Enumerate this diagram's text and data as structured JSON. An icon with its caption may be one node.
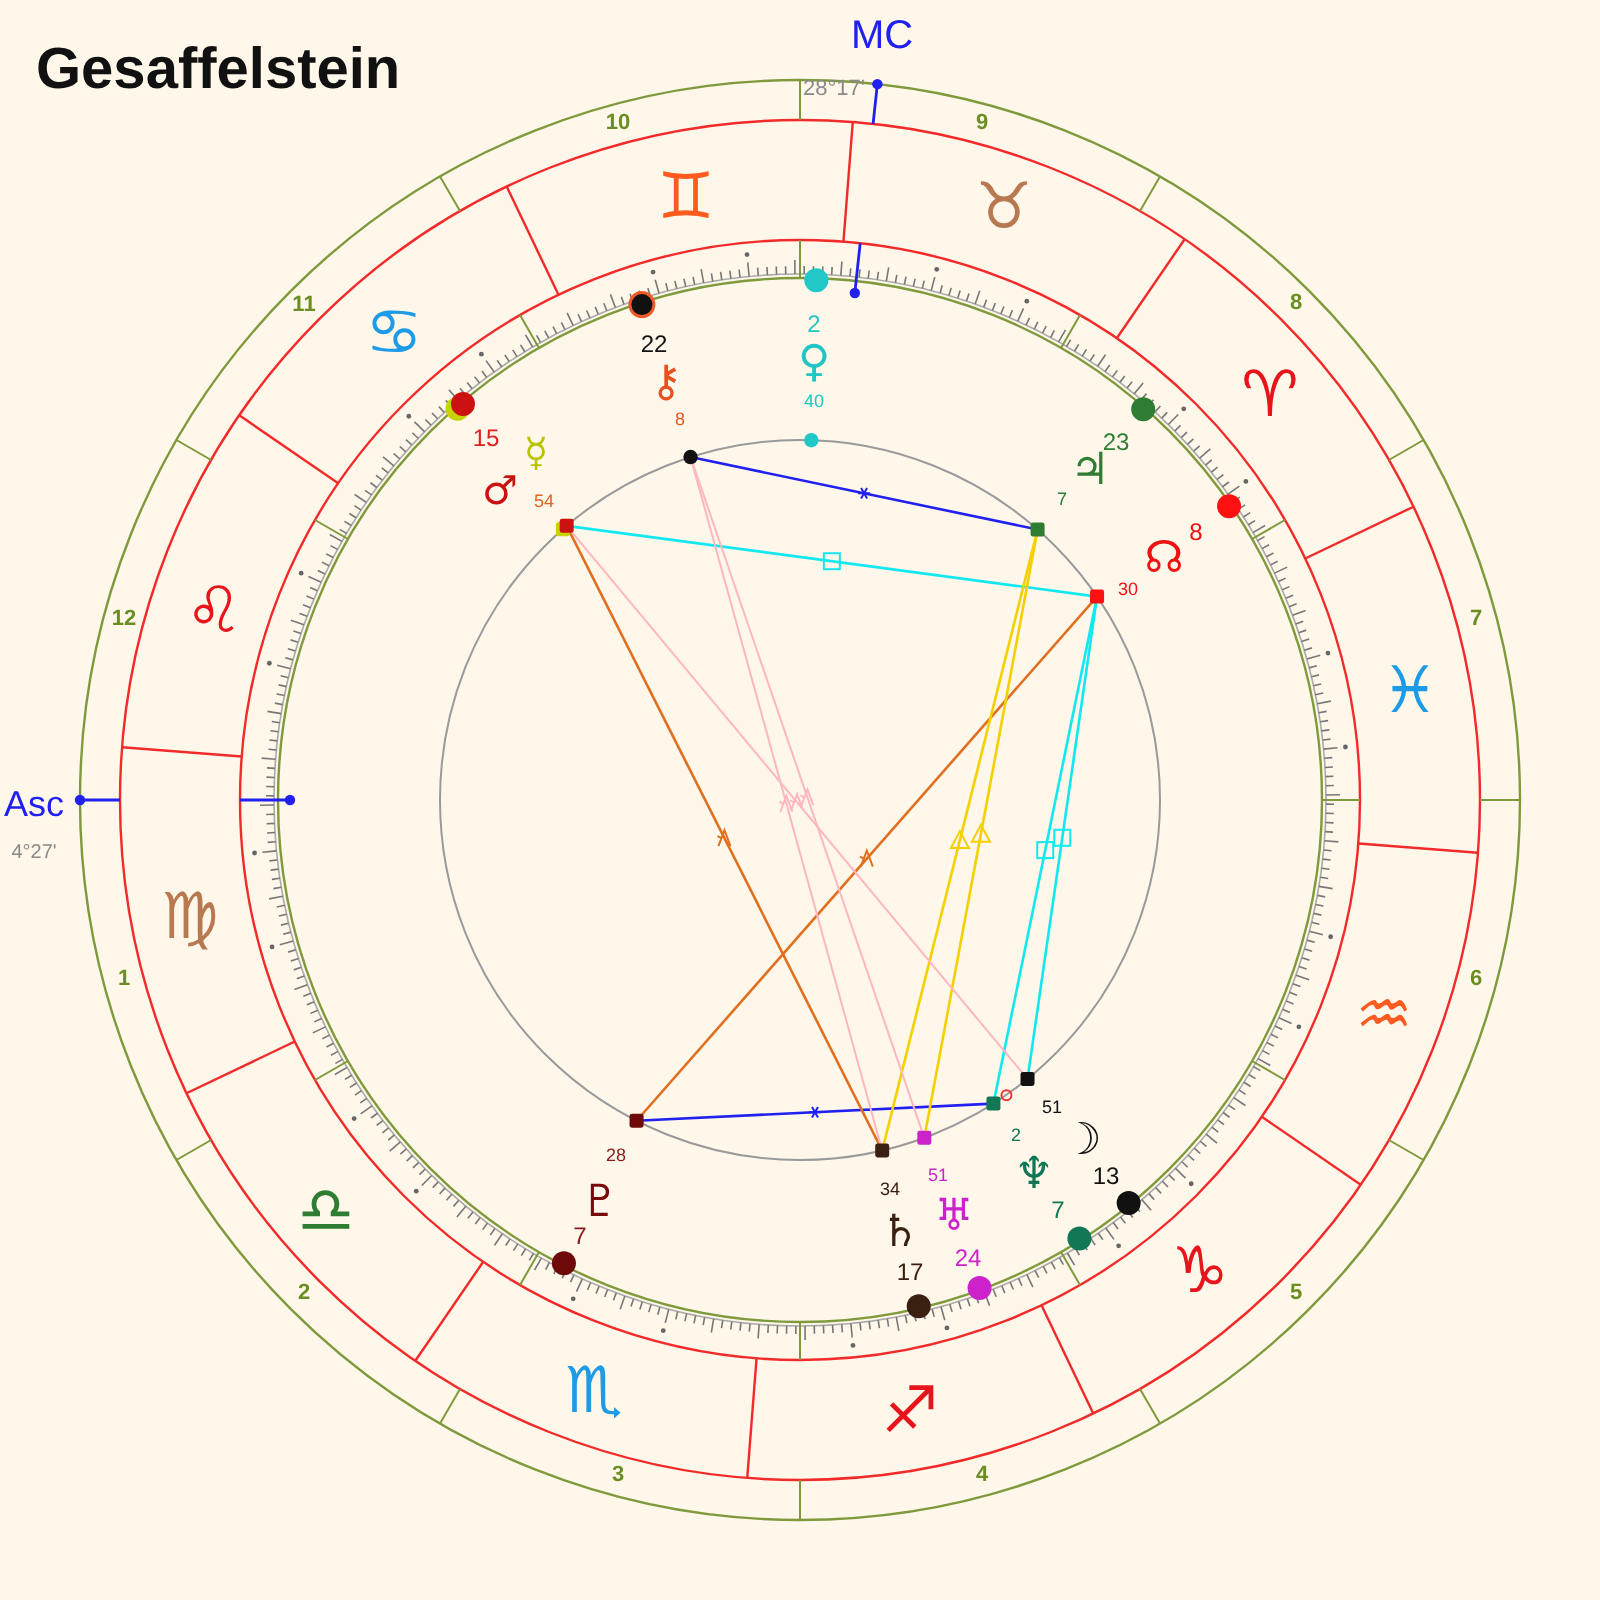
{
  "diagram": {
    "title": "Gesaffelstein",
    "labels": [
      "MC",
      "28°17'",
      "10",
      "9",
      "♊",
      "♉",
      "11",
      "♋",
      "22",
      "2",
      "8",
      "⚷",
      "♀",
      "♈",
      "8",
      "40",
      "15",
      "23",
      "☿",
      "♃",
      "♂",
      "54",
      "7",
      "8",
      "☊",
      "30",
      "12",
      "♌",
      "7",
      "♓",
      "Asc",
      "4°27'",
      "♍",
      "1",
      "6",
      "♒",
      "51",
      "28",
      "2",
      "☽",
      "34",
      "51",
      "♆",
      "13",
      "♎",
      "♇",
      "♅",
      "7",
      "7",
      "♄",
      "17",
      "24",
      "♑",
      "2",
      "5",
      "♏",
      "♐",
      "3",
      "4"
    ]
  }
}
